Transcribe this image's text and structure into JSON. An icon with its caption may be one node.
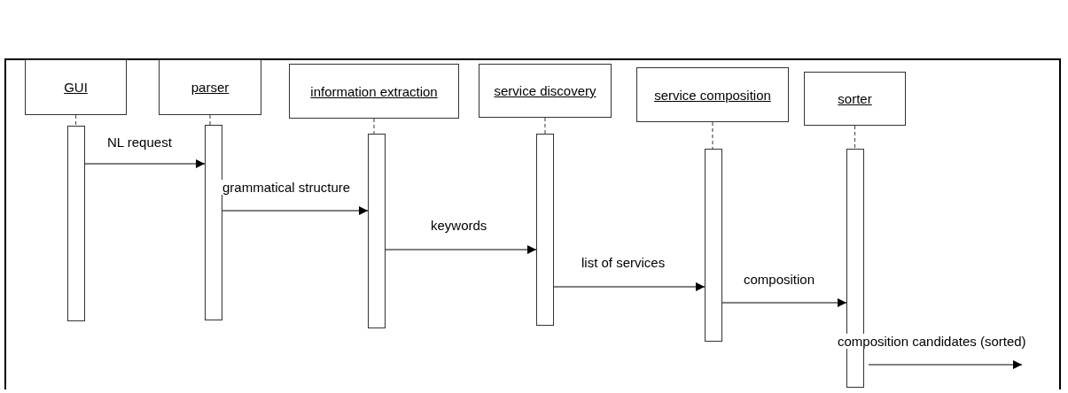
{
  "diagram": {
    "nodes": [
      {
        "text": [
          "GUI"
        ]
      },
      {
        "text": [
          "parser"
        ]
      },
      {
        "text": [
          "information extraction"
        ]
      },
      {
        "text": [
          "service discovery"
        ]
      },
      {
        "text": [
          "service composition"
        ]
      },
      {
        "text": [
          "sorter"
        ]
      },
      {
        "text": [],
        "shape": "bar"
      },
      {
        "text": [],
        "shape": "bar"
      },
      {
        "text": [],
        "shape": "bar"
      },
      {
        "text": [],
        "shape": "bar"
      },
      {
        "text": [],
        "shape": "bar"
      },
      {
        "text": [],
        "shape": "bar"
      }
    ],
    "edges": [
      {
        "from": 0,
        "to": 6,
        "arrow": "none",
        "style": "dashed"
      },
      {
        "from": 1,
        "to": 7,
        "arrow": "none",
        "style": "dashed"
      },
      {
        "from": 2,
        "to": 8,
        "arrow": "none",
        "style": "dashed"
      },
      {
        "from": 3,
        "to": 9,
        "arrow": "none",
        "style": "dashed"
      },
      {
        "from": 4,
        "to": 10,
        "arrow": "none",
        "style": "dashed"
      },
      {
        "from": 5,
        "to": 11,
        "arrow": "none",
        "style": "dashed"
      },
      {
        "from": 6,
        "to": 7,
        "arrow": "to",
        "label": "NL request"
      },
      {
        "from": 7,
        "to": 8,
        "arrow": "to",
        "label": "grammatical structure"
      },
      {
        "from": 8,
        "to": 9,
        "arrow": "to",
        "label": "keywords"
      },
      {
        "from": 9,
        "to": 10,
        "arrow": "to",
        "label": "list of services"
      },
      {
        "from": 10,
        "to": 11,
        "arrow": "to",
        "label": "composition"
      },
      {
        "from": 11,
        "to": null,
        "arrow": "to",
        "label": "composition candidates (sorted)"
      }
    ]
  }
}
